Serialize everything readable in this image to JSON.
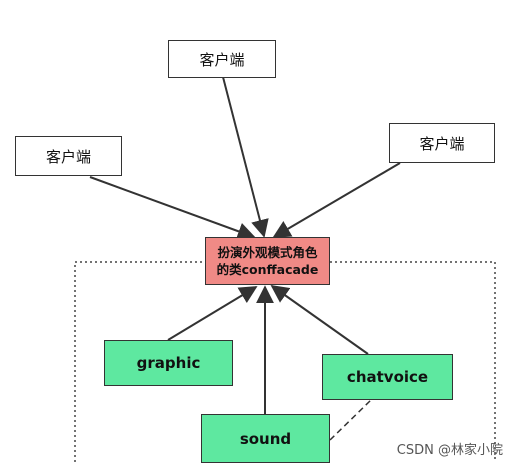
{
  "clients": [
    {
      "label": "客户端"
    },
    {
      "label": "客户端"
    },
    {
      "label": "客户端"
    }
  ],
  "facade": {
    "line1": "扮演外观模式角色",
    "line2": "的类conffacade"
  },
  "subsystems": [
    {
      "label": "graphic"
    },
    {
      "label": "chatvoice"
    },
    {
      "label": "sound"
    }
  ],
  "watermark": "CSDN @林家小院",
  "colors": {
    "facade_fill": "#f08a86",
    "subsystem_fill": "#5ee8a0",
    "stroke": "#333333"
  }
}
